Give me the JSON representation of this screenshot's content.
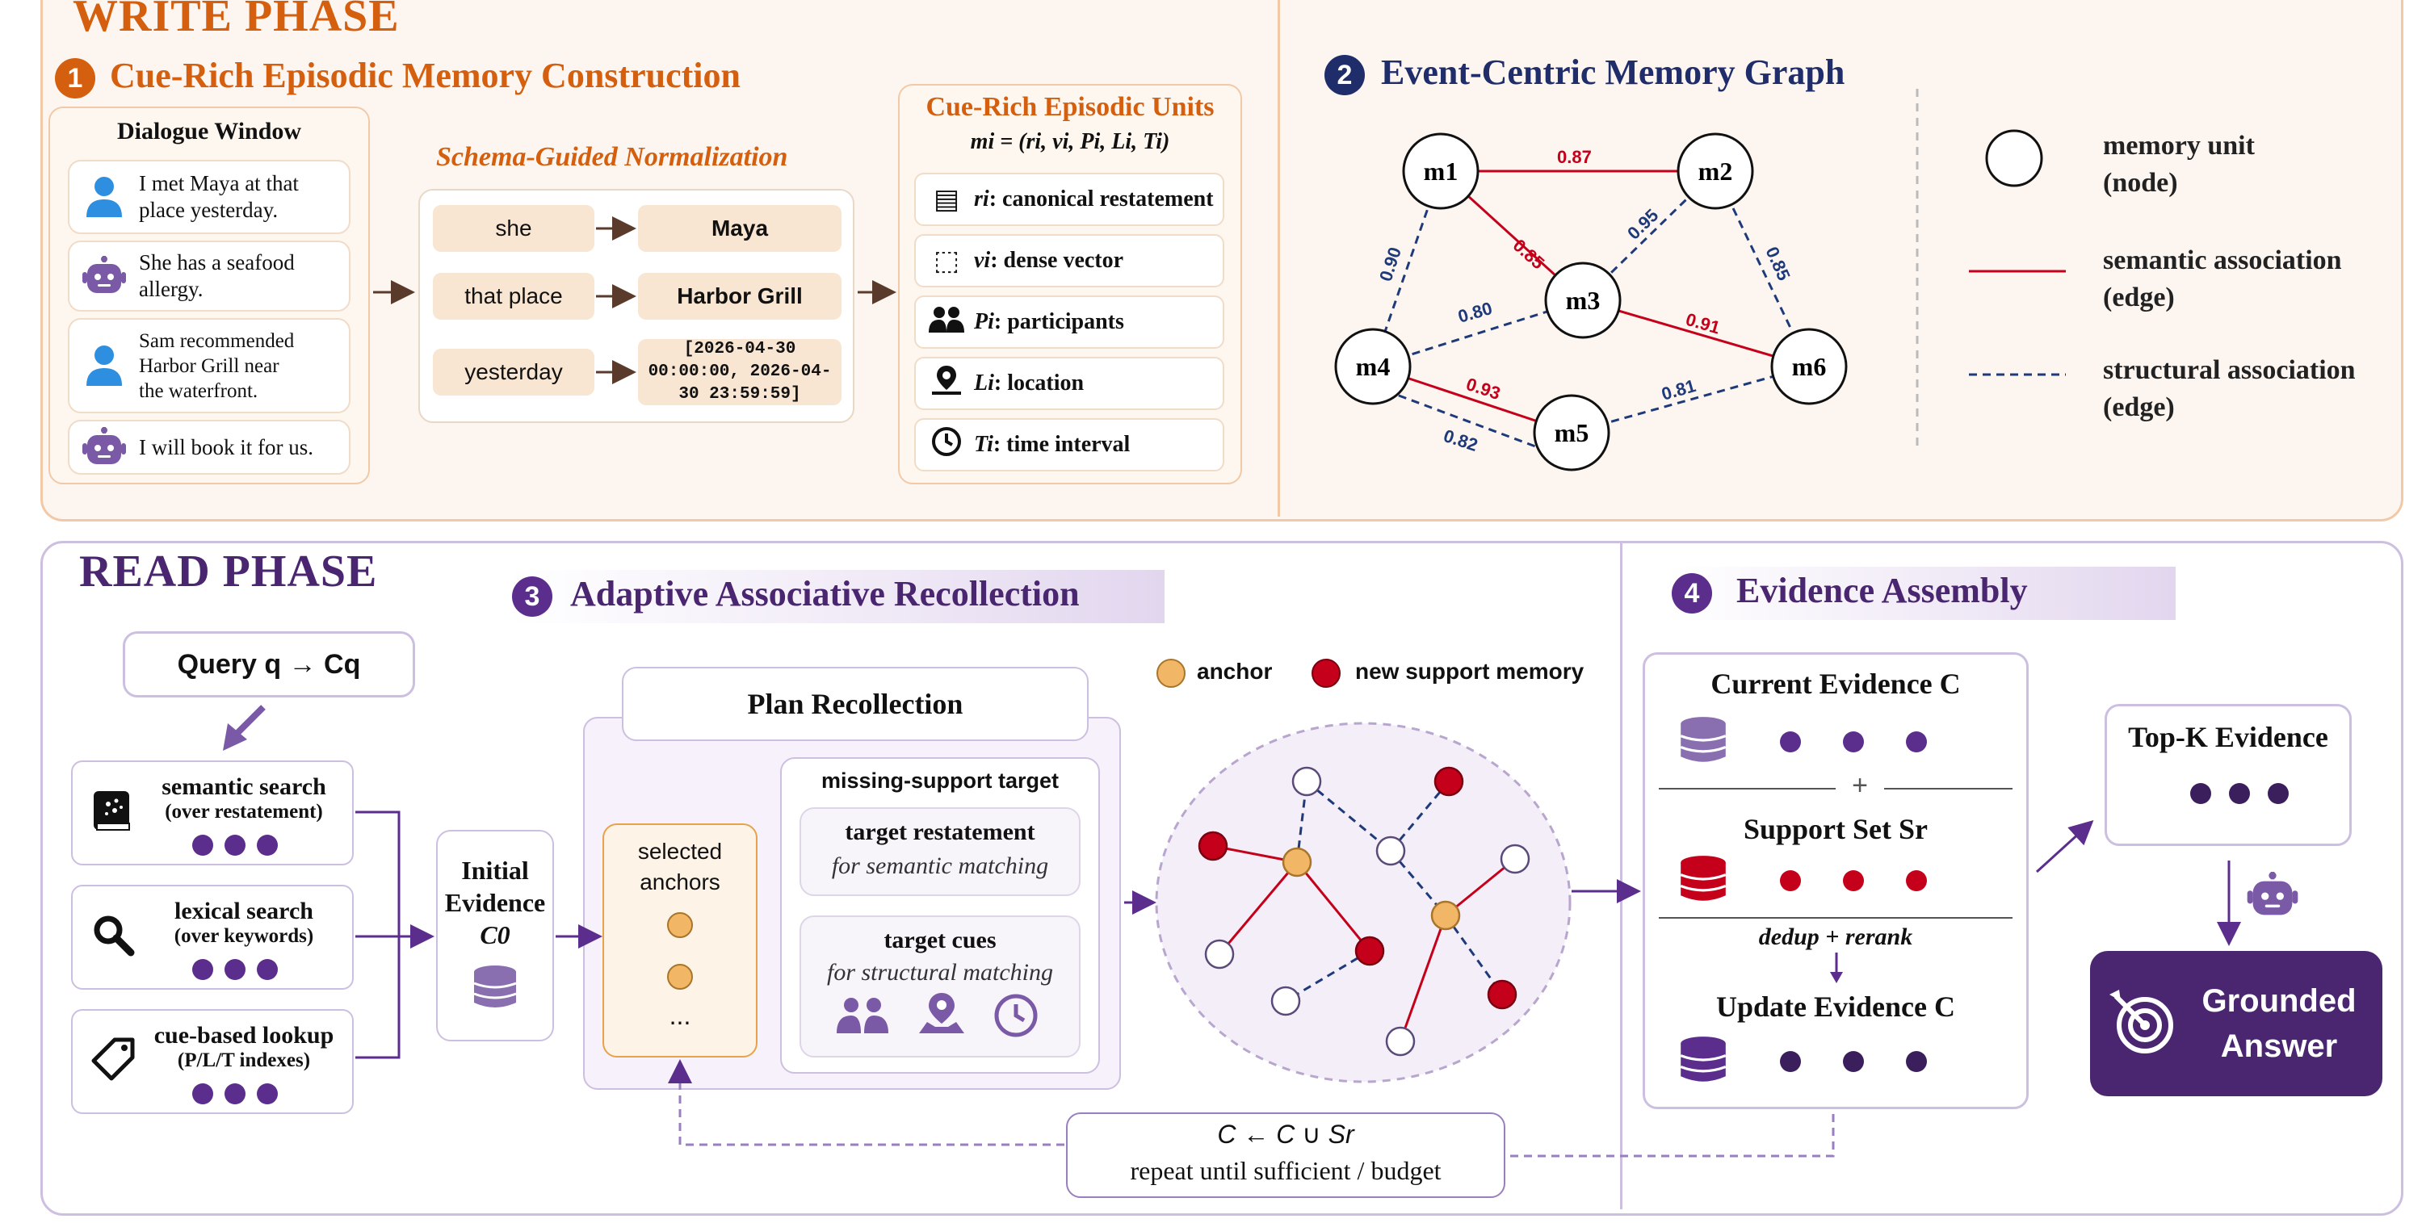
{
  "write_phase": {
    "title": "WRITE PHASE",
    "section1": {
      "number": "1",
      "title": "Cue-Rich Episodic Memory Construction",
      "dialogue_window": {
        "title": "Dialogue Window",
        "turns": [
          {
            "speaker": "user",
            "text": "I met Maya at that place yesterday."
          },
          {
            "speaker": "bot",
            "text": "She has a seafood allergy."
          },
          {
            "speaker": "user",
            "text": "Sam recommended Harbor Grill near the waterfront."
          },
          {
            "speaker": "bot",
            "text": "I will book it for us."
          }
        ]
      },
      "normalization": {
        "title": "Schema-Guided Normalization",
        "mappings": [
          {
            "from": "she",
            "to": "Maya"
          },
          {
            "from": "that place",
            "to": "Harbor Grill"
          },
          {
            "from": "yesterday",
            "to": "[2026-04-30 00:00:00, 2026-04-30 23:59:59]"
          }
        ]
      },
      "units": {
        "title": "Cue-Rich Episodic Units",
        "formula": "mi = (ri, vi, Pi, Li, Ti)",
        "rows": [
          {
            "icon": "document-icon",
            "symbol": "ri",
            "label": ": canonical restatement"
          },
          {
            "icon": "vector-icon",
            "symbol": "vi",
            "label": ": dense vector"
          },
          {
            "icon": "people-icon",
            "symbol": "Pi",
            "label": ": participants"
          },
          {
            "icon": "location-icon",
            "symbol": "Li",
            "label": ": location"
          },
          {
            "icon": "clock-icon",
            "symbol": "Ti",
            "label": ": time interval"
          }
        ]
      }
    },
    "section2": {
      "number": "2",
      "title": "Event-Centric Memory Graph",
      "nodes": [
        "m1",
        "m2",
        "m3",
        "m4",
        "m5",
        "m6"
      ],
      "edges": [
        {
          "from": "m1",
          "to": "m2",
          "weight": "0.87",
          "type": "semantic"
        },
        {
          "from": "m1",
          "to": "m3",
          "weight": "0.85",
          "type": "semantic"
        },
        {
          "from": "m2",
          "to": "m3",
          "weight": "0.95",
          "type": "structural"
        },
        {
          "from": "m1",
          "to": "m4",
          "weight": "0.90",
          "type": "structural"
        },
        {
          "from": "m2",
          "to": "m6",
          "weight": "0.85",
          "type": "structural"
        },
        {
          "from": "m4",
          "to": "m3",
          "weight": "0.80",
          "type": "structural"
        },
        {
          "from": "m3",
          "to": "m6",
          "weight": "0.91",
          "type": "semantic"
        },
        {
          "from": "m4",
          "to": "m5",
          "weight": "0.93",
          "type": "semantic"
        },
        {
          "from": "m4",
          "to": "m5",
          "weight": "0.82",
          "type": "structural"
        },
        {
          "from": "m5",
          "to": "m6",
          "weight": "0.81",
          "type": "structural"
        }
      ],
      "legend": [
        {
          "key": "node",
          "line1": "memory unit",
          "line2": "(node)"
        },
        {
          "key": "semantic",
          "line1": "semantic association",
          "line2": "(edge)"
        },
        {
          "key": "structural",
          "line1": "structural association",
          "line2": "(edge)"
        }
      ]
    }
  },
  "read_phase": {
    "title": "READ PHASE",
    "query": "Query q → Cq",
    "searches": [
      {
        "icon": "book-icon",
        "title": "semantic search",
        "sub": "(over restatement)"
      },
      {
        "icon": "magnifier-icon",
        "title": "lexical search",
        "sub": "(over keywords)"
      },
      {
        "icon": "tag-icon",
        "title": "cue-based lookup",
        "sub": "(P/L/T indexes)"
      }
    ],
    "initial_evidence": {
      "line1": "Initial",
      "line2": "Evidence",
      "symbol": "C0"
    },
    "section3": {
      "number": "3",
      "title": "Adaptive Associative Recollection",
      "plan_title": "Plan Recollection",
      "anchors_title": "selected anchors",
      "anchors_more": "...",
      "missing_title": "missing-support target",
      "target_restatement": {
        "title": "target restatement",
        "sub": "for semantic matching"
      },
      "target_cues": {
        "title": "target cues",
        "sub": "for structural matching"
      },
      "legend": [
        {
          "key": "anchor",
          "label": "anchor",
          "color": "#f2b766"
        },
        {
          "key": "support",
          "label": "new support memory",
          "color": "#c4001a"
        }
      ]
    },
    "loop": {
      "formula": "C ← C ∪ Sr",
      "label": "repeat until sufficient / budget"
    },
    "section4": {
      "number": "4",
      "title": "Evidence Assembly",
      "current": "Current Evidence C",
      "plus": "+",
      "support": "Support Set Sr",
      "dedup": "dedup + rerank",
      "update": "Update Evidence C"
    },
    "topk": "Top-K Evidence",
    "answer": "Grounded Answer",
    "colors": {
      "accent_orange": "#d45f0f",
      "accent_purple": "#5b2d8c",
      "navy": "#1f2d6b",
      "red_edge": "#c4001a",
      "blue_edge": "#1f3a7a"
    }
  }
}
